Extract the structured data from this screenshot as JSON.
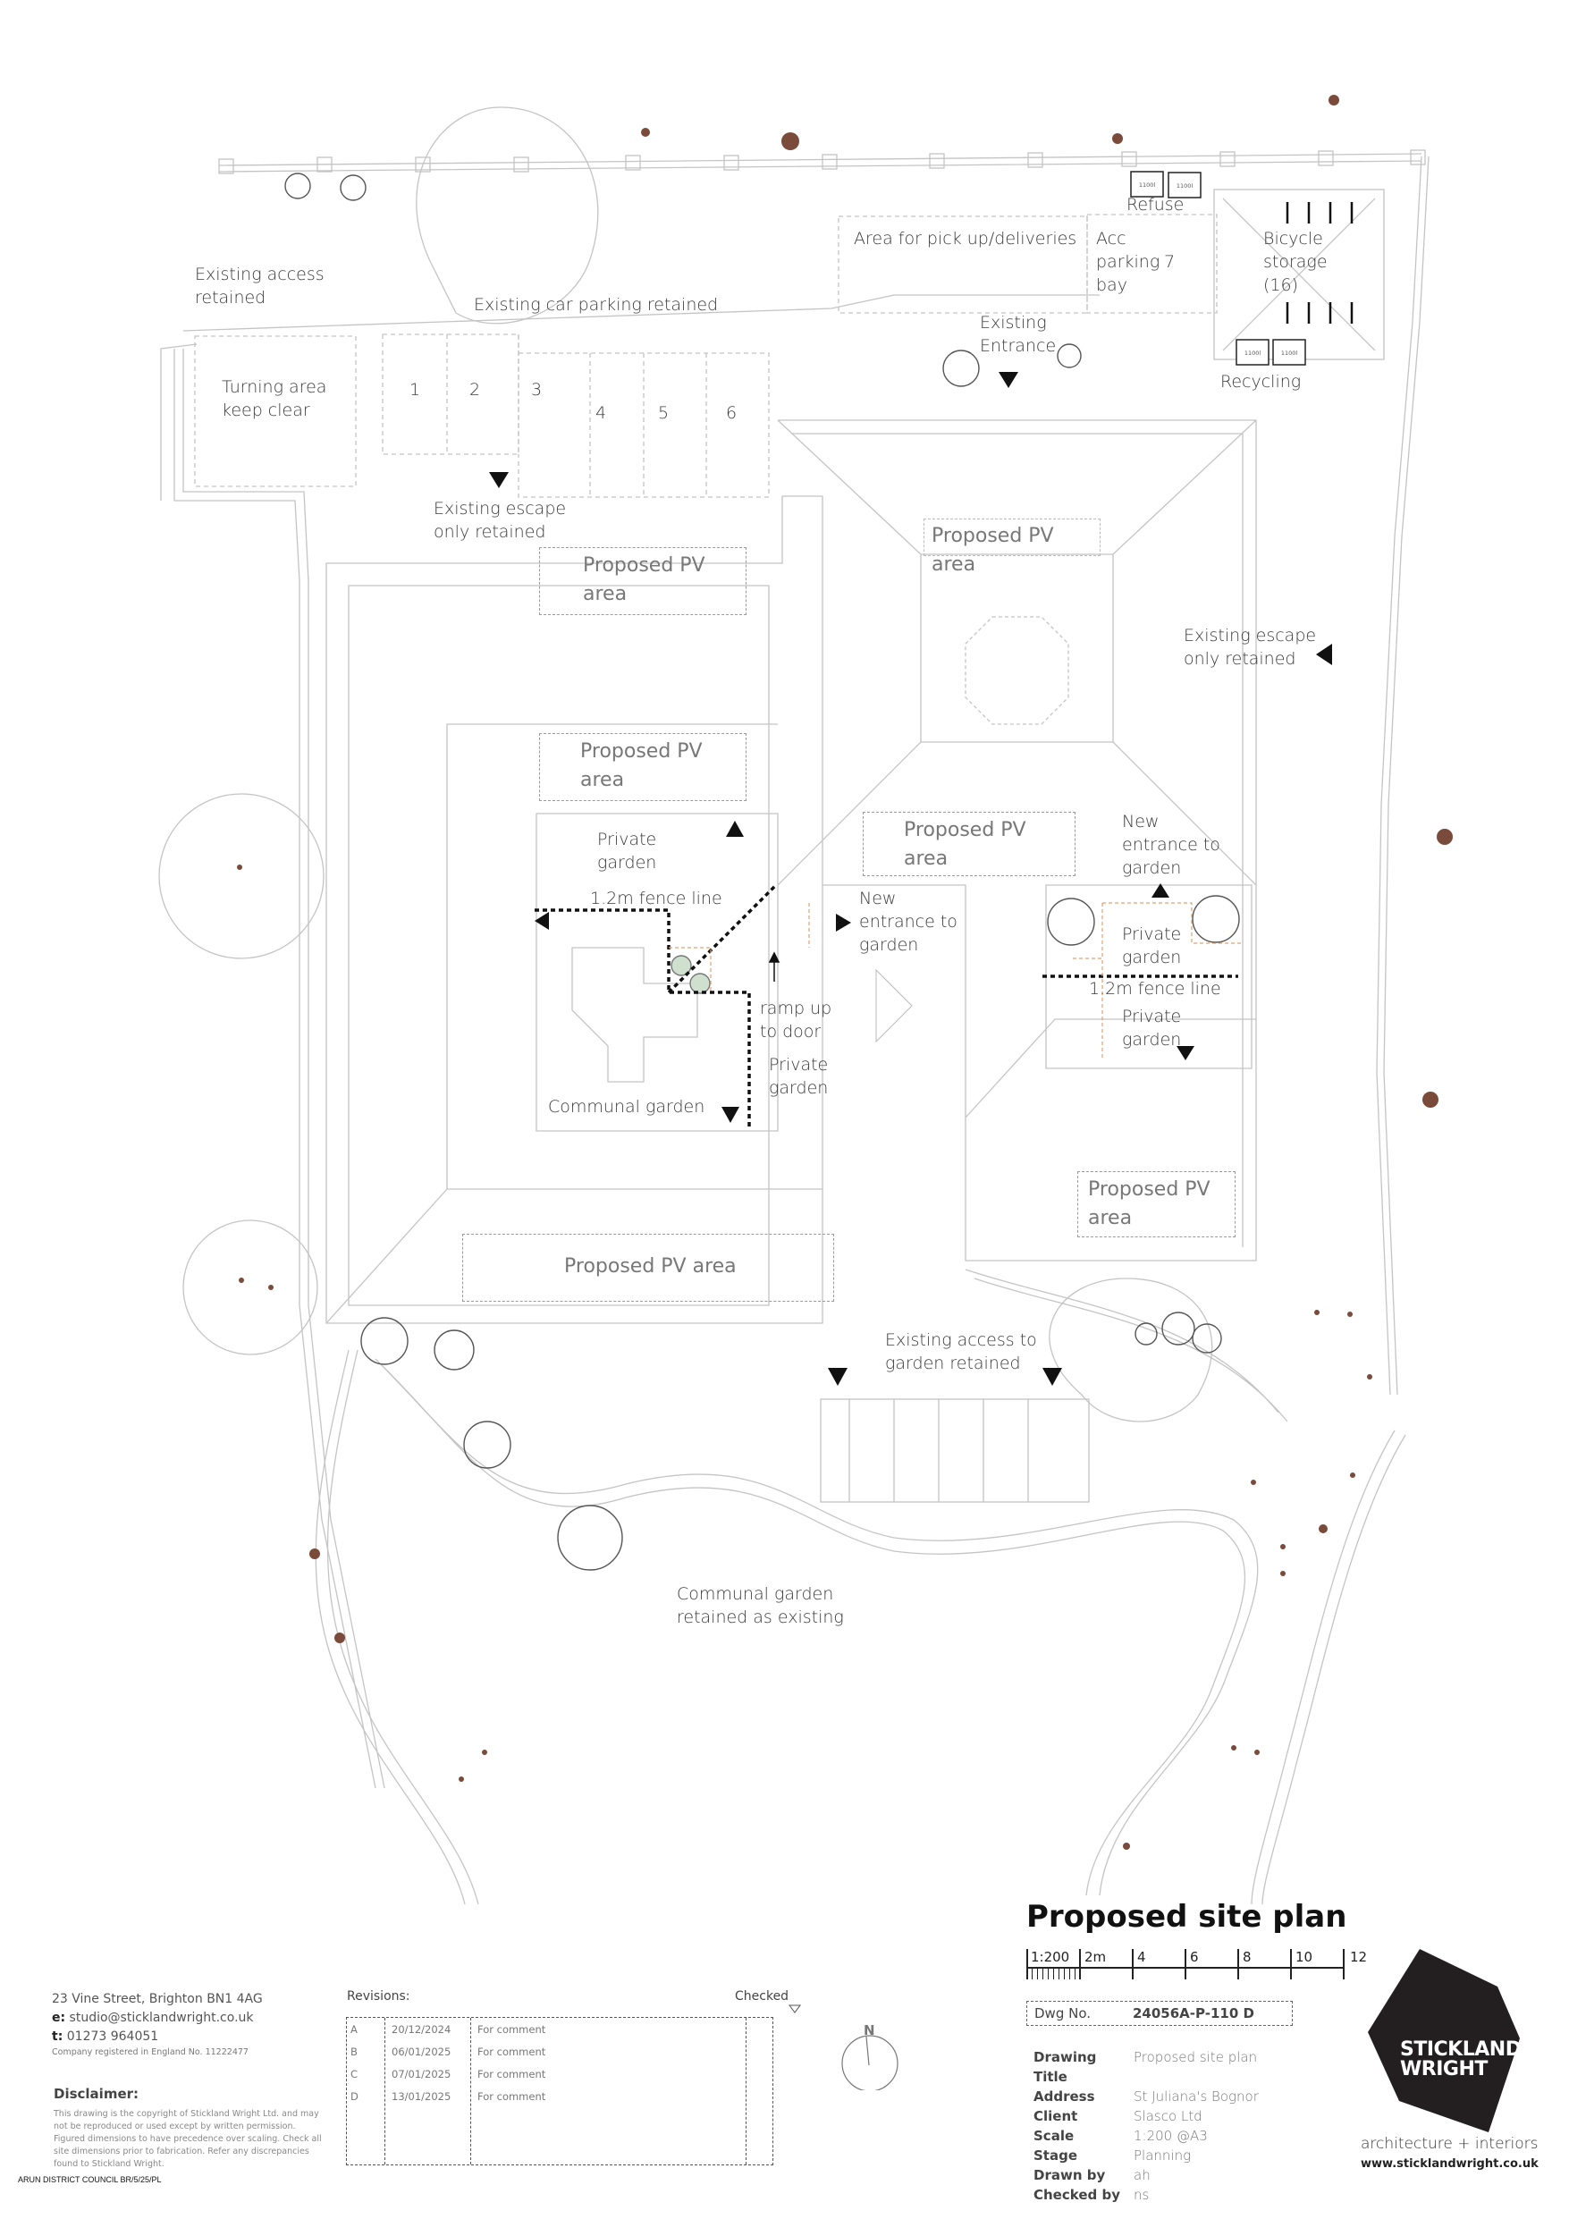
{
  "drawing": {
    "title": "Proposed site plan",
    "labels": {
      "existing_access": "Existing access\nretained",
      "car_parking": "Existing car parking retained",
      "turning_area": "Turning area\nkeep clear",
      "bays": [
        "1",
        "2",
        "3",
        "4",
        "5",
        "6"
      ],
      "pickup": "Area for pick up/deliveries",
      "acc_parking": "Acc\nparking\nbay",
      "acc_bay_no": "7",
      "refuse": "Refuse",
      "bicycle": "Bicycle\nstorage\n(16)",
      "recycling": "Recycling",
      "bin_label": "1100l",
      "existing_entrance": "Existing\nEntrance",
      "escape_north": "Existing escape\nonly retained",
      "escape_east": "Existing escape\nonly retained",
      "private_garden": "Private\ngarden",
      "fence_line": "1.2m fence line",
      "new_entrance": "New\nentrance to\ngarden",
      "ramp": "ramp up\nto door",
      "communal_garden": "Communal garden",
      "access_garden": "Existing access to\ngarden retained",
      "communal_retained": "Communal garden\nretained as existing"
    },
    "pv_areas": {
      "north_left": "Proposed PV\narea",
      "north_right": "Proposed PV area",
      "mid_left": "Proposed PV\narea",
      "mid_centre": "Proposed PV\narea",
      "south": "Proposed PV area",
      "east": "Proposed PV\narea"
    },
    "colors": {
      "tree_trunk": "#7a4a3a",
      "line": "#bdbdbd",
      "arrow": "#111111",
      "orange_dash": "#e0a070",
      "tree_fill": "#cfe0cf"
    }
  },
  "title_block": {
    "title": "Proposed site plan",
    "scale_bar": {
      "labels": [
        "1:200",
        "2m",
        "4",
        "6",
        "8",
        "10",
        "12"
      ]
    },
    "dwg_label": "Dwg No.",
    "dwg_no": "24056A-P-110  D",
    "fields": [
      {
        "k": "Drawing Title",
        "v": "Proposed site plan"
      },
      {
        "k": "Address",
        "v": "St Juliana's Bognor"
      },
      {
        "k": "Client",
        "v": "Slasco Ltd"
      },
      {
        "k": "Scale",
        "v": "1:200 @A3"
      },
      {
        "k": "Stage",
        "v": "Planning"
      },
      {
        "k": "Drawn by",
        "v": "ah"
      },
      {
        "k": "Checked by",
        "v": "ns"
      }
    ],
    "north": "N"
  },
  "company": {
    "address": "23 Vine Street, Brighton BN1 4AG",
    "email_label": "e:",
    "email": "studio@sticklandwright.co.uk",
    "tel_label": "t:",
    "tel": "01273 964051",
    "registration": "Company registered in England No. 11222477",
    "logo_line1": "STICKLAND",
    "logo_line2": "WRIGHT",
    "tagline": "architecture + interiors",
    "website": "www.sticklandwright.co.uk"
  },
  "disclaimer": {
    "heading": "Disclaimer:",
    "text": "This drawing is the copyright of Stickland Wright Ltd. and may not be reproduced or used except by written permission. Figured dimensions to have precedence over scaling. Check all site dimensions prior to fabrication. Refer any discrepancies found to Stickland Wright."
  },
  "council_ref": "ARUN DISTRICT COUNCIL BR/5/25/PL",
  "revisions": {
    "heading": "Revisions:",
    "checked_heading": "Checked",
    "rows": [
      {
        "rev": "A",
        "date": "20/12/2024",
        "desc": "For comment"
      },
      {
        "rev": "B",
        "date": "06/01/2025",
        "desc": "For comment"
      },
      {
        "rev": "C",
        "date": "07/01/2025",
        "desc": "For comment"
      },
      {
        "rev": "D",
        "date": "13/01/2025",
        "desc": "For comment"
      }
    ]
  }
}
